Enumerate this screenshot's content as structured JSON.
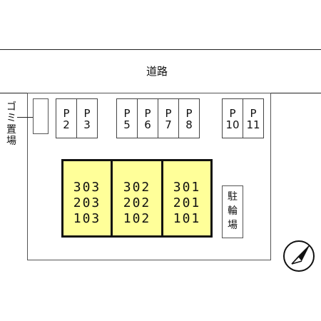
{
  "road": {
    "label": "道路"
  },
  "garbage": {
    "label_chars": [
      "ゴ",
      "ミ",
      "置",
      "場"
    ]
  },
  "parking": [
    {
      "p": "P",
      "num": "2"
    },
    {
      "p": "P",
      "num": "3"
    },
    {
      "p": "P",
      "num": "5"
    },
    {
      "p": "P",
      "num": "6"
    },
    {
      "p": "P",
      "num": "7"
    },
    {
      "p": "P",
      "num": "8"
    },
    {
      "p": "P",
      "num": "10"
    },
    {
      "p": "P",
      "num": "11"
    }
  ],
  "units": [
    {
      "rooms": [
        "303",
        "203",
        "103"
      ]
    },
    {
      "rooms": [
        "302",
        "202",
        "102"
      ]
    },
    {
      "rooms": [
        "301",
        "201",
        "101"
      ]
    }
  ],
  "bicycle": {
    "label_chars": [
      "駐",
      "輪",
      "場"
    ]
  },
  "compass": {
    "icon": "north-arrow-icon"
  }
}
